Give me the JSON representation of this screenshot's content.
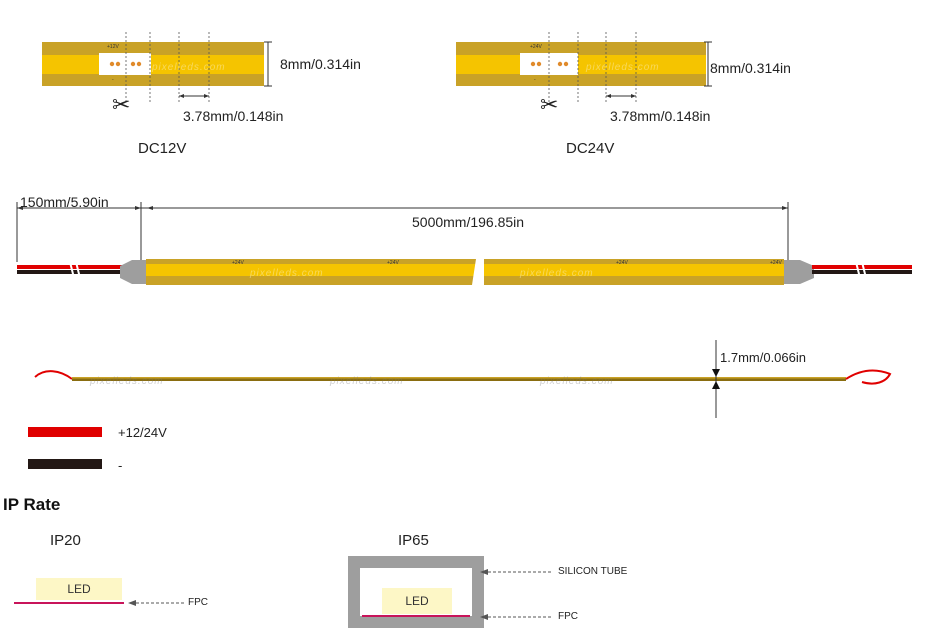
{
  "strip_detail": {
    "dc12": {
      "voltage_label": "DC12V",
      "height_label": "8mm/0.314in",
      "pitch_label": "3.78mm/0.148in",
      "plus_mark": "+12V",
      "minus_mark": "-"
    },
    "dc24": {
      "voltage_label": "DC24V",
      "height_label": "8mm/0.314in",
      "pitch_label": "3.78mm/0.148in",
      "plus_mark": "+24V",
      "minus_mark": "-"
    },
    "watermark": "pixelleds.com",
    "cut_icon": "scissors-icon"
  },
  "length_view": {
    "lead_length_label": "150mm/5.90in",
    "total_length_label": "5000mm/196.85in",
    "segment_mark": "+24V",
    "watermark": "pixelleds.com"
  },
  "side_view": {
    "thickness_label": "1.7mm/0.066in",
    "watermark": "pixelleds.com"
  },
  "legend": {
    "items": [
      {
        "label": "+12/24V",
        "color": "#e00000"
      },
      {
        "label": "-",
        "color": "#231815"
      }
    ]
  },
  "ip_rate": {
    "heading": "IP Rate",
    "ip20": {
      "title": "IP20",
      "led_label": "LED",
      "fpc_label": "FPC"
    },
    "ip65": {
      "title": "IP65",
      "led_label": "LED",
      "fpc_label": "FPC",
      "tube_label": "SILICON TUBE"
    }
  },
  "colors": {
    "strip_gold": "#c9a227",
    "led_yellow": "#f5c400",
    "tube_grey": "#9e9e9e",
    "fpc_magenta": "#c8145a"
  }
}
